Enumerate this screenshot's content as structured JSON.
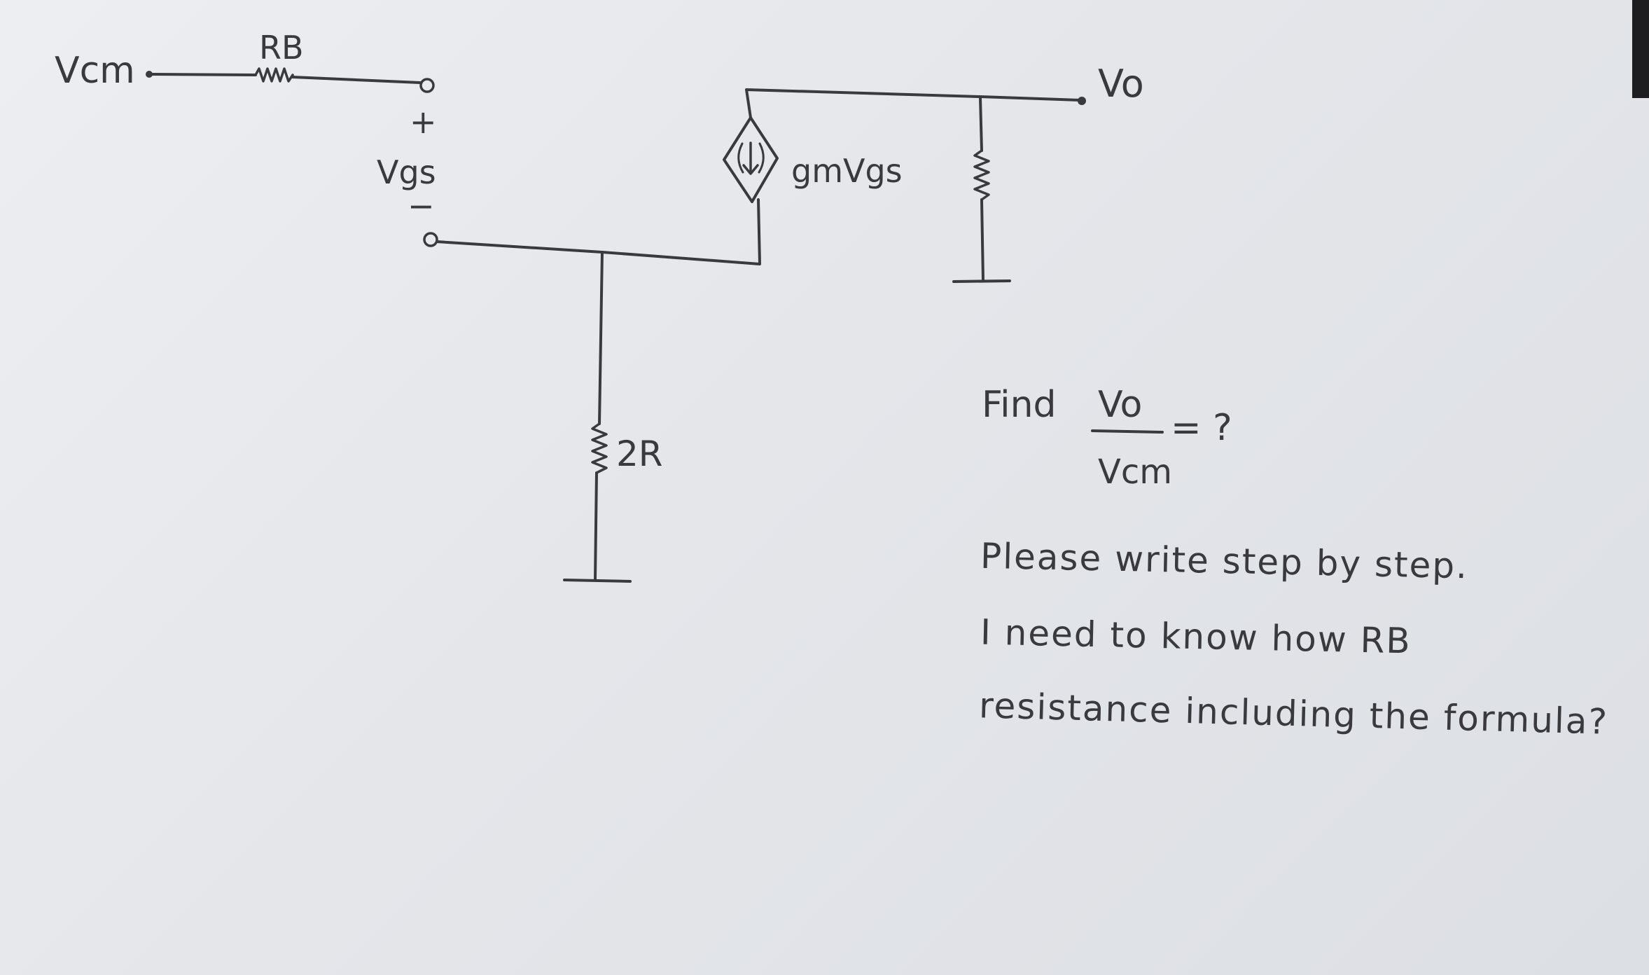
{
  "labels": {
    "vcm": "Vcm",
    "rb": "RB",
    "vgs_plus": "+",
    "vgs": "Vgs",
    "vgs_minus": "−",
    "gm_vgs": "gmVgs",
    "vo": "Vo",
    "source_resistor": "2R"
  },
  "question": {
    "find": "Find",
    "numerator": "Vo",
    "equals": "= ?",
    "denominator": "Vcm"
  },
  "notes": [
    "Please write step by step.",
    "I need to know how RB",
    "resistance including the formula?"
  ],
  "colors": {
    "paper": "#e6e8ec",
    "ink": "#3a3a3e"
  }
}
